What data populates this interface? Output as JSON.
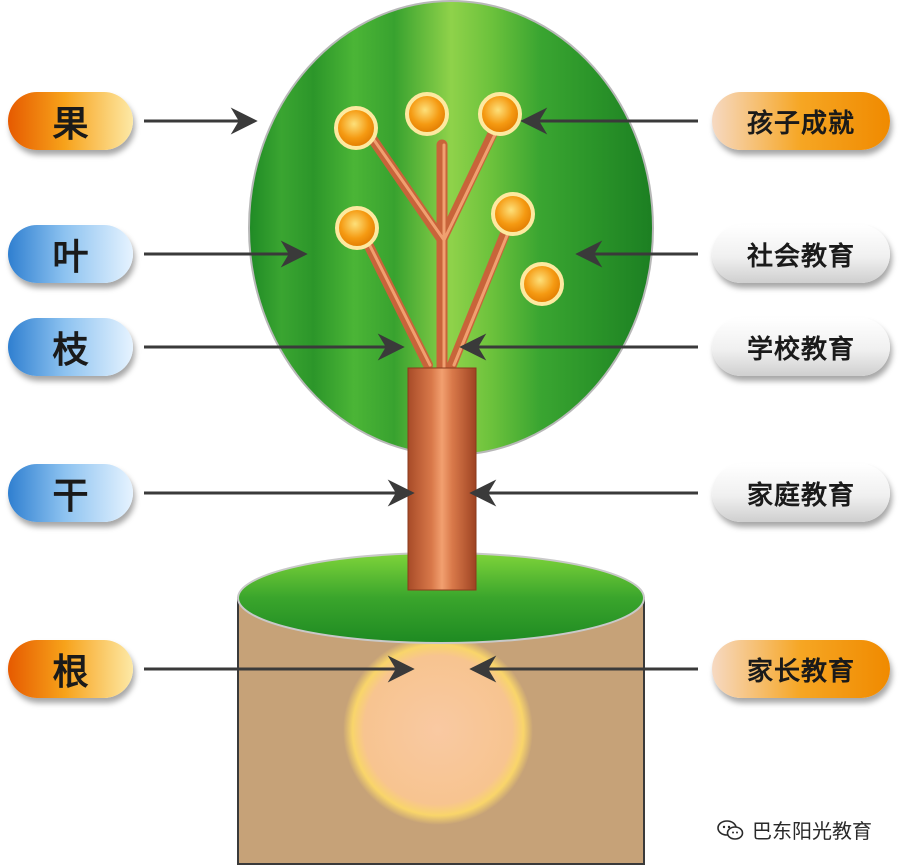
{
  "left_labels": {
    "fruit": "果",
    "leaf": "叶",
    "branch": "枝",
    "trunk": "干",
    "root": "根"
  },
  "right_labels": {
    "fruit": "孩子成就",
    "leaf": "社会教育",
    "branch": "学校教育",
    "trunk": "家庭教育",
    "root": "家长教育"
  },
  "watermark": "巴东阳光教育",
  "colors": {
    "canopy_dark": "#2f9a2a",
    "canopy_light": "#7fcf3a",
    "trunk": "#c8643a",
    "soil": "#c8a57a",
    "fruit": "#f59a12",
    "root_glow": "#f7c27a",
    "label_orange": "#f29a1a",
    "label_blue": "#5aa8e8",
    "label_grey": "#e6e6e6"
  },
  "icons": {
    "watermark_icon": "wechat-icon"
  }
}
